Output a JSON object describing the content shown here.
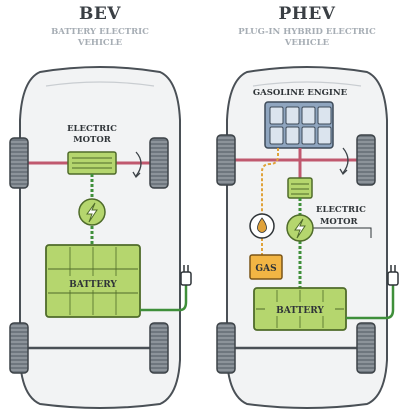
{
  "bev": {
    "title": "BEV",
    "subtitle_line1": "BATTERY ELECTRIC",
    "subtitle_line2": "VEHICLE",
    "motor_label_line1": "ELECTRIC",
    "motor_label_line2": "MOTOR",
    "battery_label": "BATTERY"
  },
  "phev": {
    "title": "PHEV",
    "subtitle_line1": "PLUG-IN HYBRID ELECTRIC",
    "subtitle_line2": "VEHICLE",
    "engine_label": "GASOLINE ENGINE",
    "gas_label": "GAS",
    "motor_label_line1": "ELECTRIC",
    "motor_label_line2": "MOTOR",
    "battery_label": "BATTERY"
  },
  "colors": {
    "battery_fill": "#b5d66e",
    "battery_stroke": "#4f6b2a",
    "axle": "#c0586e",
    "wire_green": "#3f8f3a",
    "fuel_line": "#e0a23a",
    "gas_fill": "#f2b544",
    "engine_fill": "#8fa5bf",
    "body_fill": "#f2f3f4",
    "tire": "#6e767e"
  }
}
